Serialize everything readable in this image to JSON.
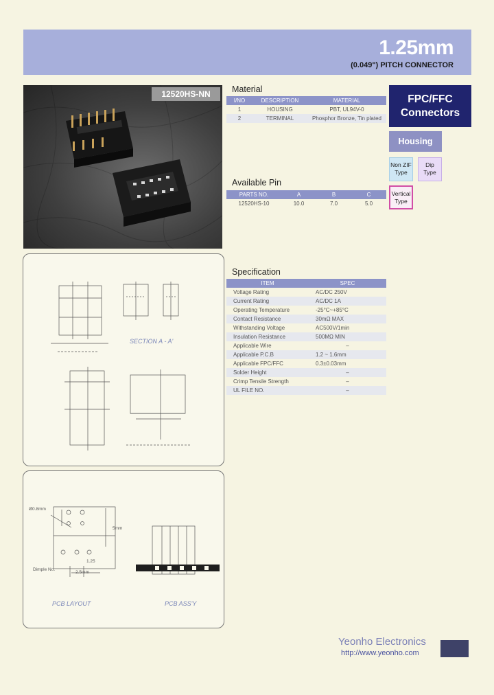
{
  "header": {
    "title": "1.25mm",
    "subtitle": "(0.049\") PITCH CONNECTOR"
  },
  "photo": {
    "label": "12520HS-NN"
  },
  "material": {
    "title": "Material",
    "headers": [
      "I/NO",
      "DESCRIPTION",
      "MATERIAL"
    ],
    "rows": [
      [
        "1",
        "HOUSING",
        "PBT, UL94V-0"
      ],
      [
        "2",
        "TERMINAL",
        "Phosphor Bronze, Tin plated"
      ]
    ]
  },
  "available_pin": {
    "title": "Available Pin",
    "headers": [
      "PARTS NO.",
      "A",
      "B",
      "C"
    ],
    "rows": [
      [
        "12520HS-10",
        "10.0",
        "7.0",
        "5.0"
      ]
    ]
  },
  "specification": {
    "title": "Specification",
    "headers": [
      "ITEM",
      "SPEC"
    ],
    "rows": [
      [
        "Voltage Rating",
        "AC/DC 250V"
      ],
      [
        "Current Rating",
        "AC/DC 1A"
      ],
      [
        "Operating Temperature",
        "-25°C~+85°C"
      ],
      [
        "Contact Resistance",
        "30mΩ MAX"
      ],
      [
        "Withstanding Voltage",
        "AC500V/1min"
      ],
      [
        "Insulation Resistance",
        "500MΩ MIN"
      ],
      [
        "Applicable Wire",
        "–"
      ],
      [
        "Applicable P.C.B",
        "1.2 ~ 1.6mm"
      ],
      [
        "Applicable FPC/FFC",
        "0.3±0.03mm"
      ],
      [
        "Solder Height",
        "–"
      ],
      [
        "Crimp Tensile Strength",
        "–"
      ],
      [
        "UL FILE NO.",
        "–"
      ]
    ]
  },
  "badges": {
    "fpc_line1": "FPC/FFC",
    "fpc_line2": "Connectors",
    "housing": "Housing",
    "nonzif_line1": "Non ZIF",
    "nonzif_line2": "Type",
    "dip_line1": "Dip",
    "dip_line2": "Type",
    "vertical_line1": "Vertical",
    "vertical_line2": "Type"
  },
  "drawings": {
    "section_caption": "SECTION A - A'",
    "pcb_layout_caption": "PCB LAYOUT",
    "pcb_assy_caption": "PCB ASS'Y",
    "dim_hole": "Ø0.8mm",
    "dim_pitch": "2.5mm",
    "dim_side": "5mm",
    "dim_small": "1.25",
    "dim_label": "Dimple No."
  },
  "footer": {
    "company": "Yeonho Electronics",
    "website": "http://www.yeonho.com"
  },
  "colors": {
    "header_band": "#a7afdb",
    "fpc_badge": "#20246e",
    "housing_badge": "#8e91c3",
    "table_header": "#8c93c8",
    "background": "#f6f4e2"
  }
}
